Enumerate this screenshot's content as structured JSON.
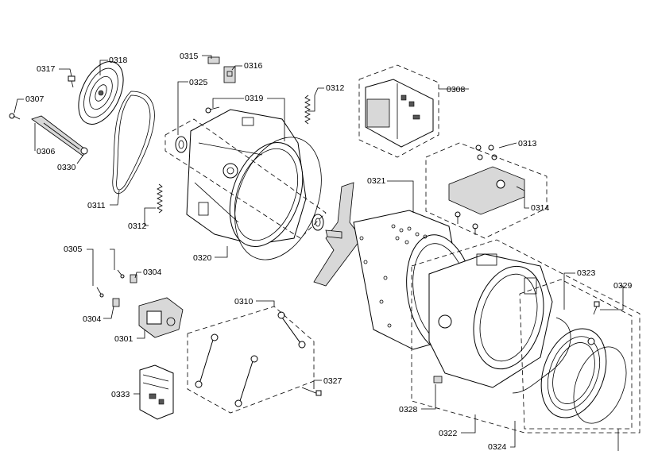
{
  "labels": {
    "l0301": "0301",
    "l0304a": "0304",
    "l0304b": "0304",
    "l0305": "0305",
    "l0306": "0306",
    "l0307": "0307",
    "l0308": "0308",
    "l0310": "0310",
    "l0311": "0311",
    "l0312a": "0312",
    "l0312b": "0312",
    "l0313": "0313",
    "l0314": "0314",
    "l0315": "0315",
    "l0316": "0316",
    "l0317": "0317",
    "l0318": "0318",
    "l0319": "0319",
    "l0320": "0320",
    "l0321": "0321",
    "l0322": "0322",
    "l0323": "0323",
    "l0324": "0324",
    "l0325": "0325",
    "l0327": "0327",
    "l0328": "0328",
    "l0329": "0329",
    "l0330": "0330",
    "l0333": "0333"
  }
}
